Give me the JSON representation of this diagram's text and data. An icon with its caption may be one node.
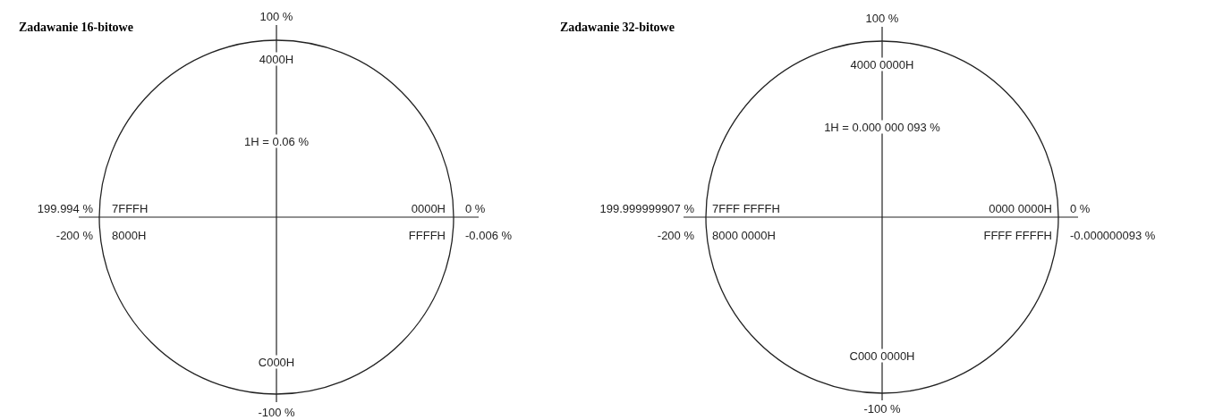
{
  "diagram": {
    "labels": [
      "Zadawanie 16-bitowe",
      "100 %",
      "4000H",
      "1H = 0.06 %",
      "199.994 %",
      "7FFFH",
      "0000H",
      "0 %",
      "-200 %",
      "8000H",
      "FFFFH",
      "-0.006 %",
      "C000H",
      "-100 %",
      "Zadawanie 32-bitowe",
      "100 %",
      "4000 0000H",
      "1H = 0.000 000 093 %",
      "199.999999907 %",
      "7FFF FFFFH",
      "0000 0000H",
      "0 %",
      "-200 %",
      "8000 0000H",
      "FFFF FFFFH",
      "-0.000000093 %",
      "C000 0000H",
      "-100 %"
    ]
  }
}
